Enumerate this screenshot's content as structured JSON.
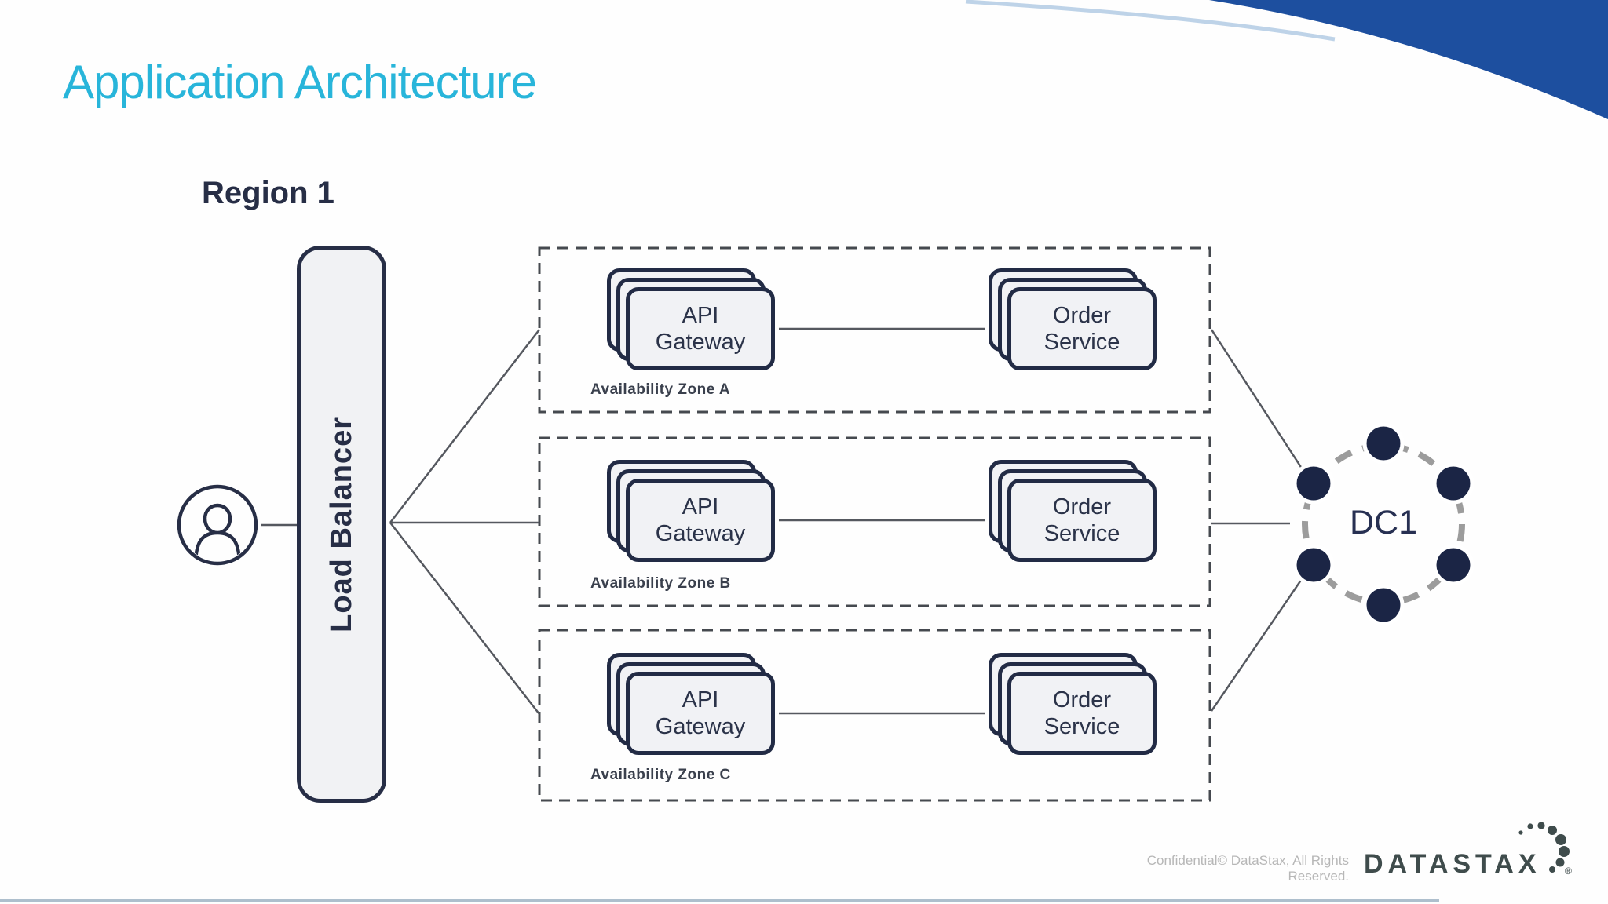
{
  "header": {
    "title": "Application Architecture"
  },
  "diagram": {
    "region_label": "Region 1",
    "user_icon": "person-in-circle",
    "load_balancer_label": "Load Balancer",
    "zones": [
      {
        "label": "Availability Zone A",
        "api_gateway": "API\nGateway",
        "order_service": "Order\nService"
      },
      {
        "label": "Availability Zone B",
        "api_gateway": "API\nGateway",
        "order_service": "Order\nService"
      },
      {
        "label": "Availability Zone C",
        "api_gateway": "API\nGateway",
        "order_service": "Order\nService"
      }
    ],
    "datacenter": {
      "label": "DC1",
      "icon": "node-ring",
      "node_count": 6
    }
  },
  "footer": {
    "confidential": "Confidential© DataStax, All Rights Reserved.",
    "brand": "DATASTAX",
    "registered": "®"
  },
  "colors": {
    "title_accent": "#28b5da",
    "navy": "#272e46",
    "card_fill": "#f1f2f5",
    "corner_blue": "#1d4f9f",
    "ring_gray": "#9c9c9c",
    "node_navy": "#1b2545",
    "connector_gray": "#55585f",
    "bottom_line": "#aebfcd",
    "footer_gray": "#b7b7b7",
    "logo_slate": "#3f4c4c"
  }
}
